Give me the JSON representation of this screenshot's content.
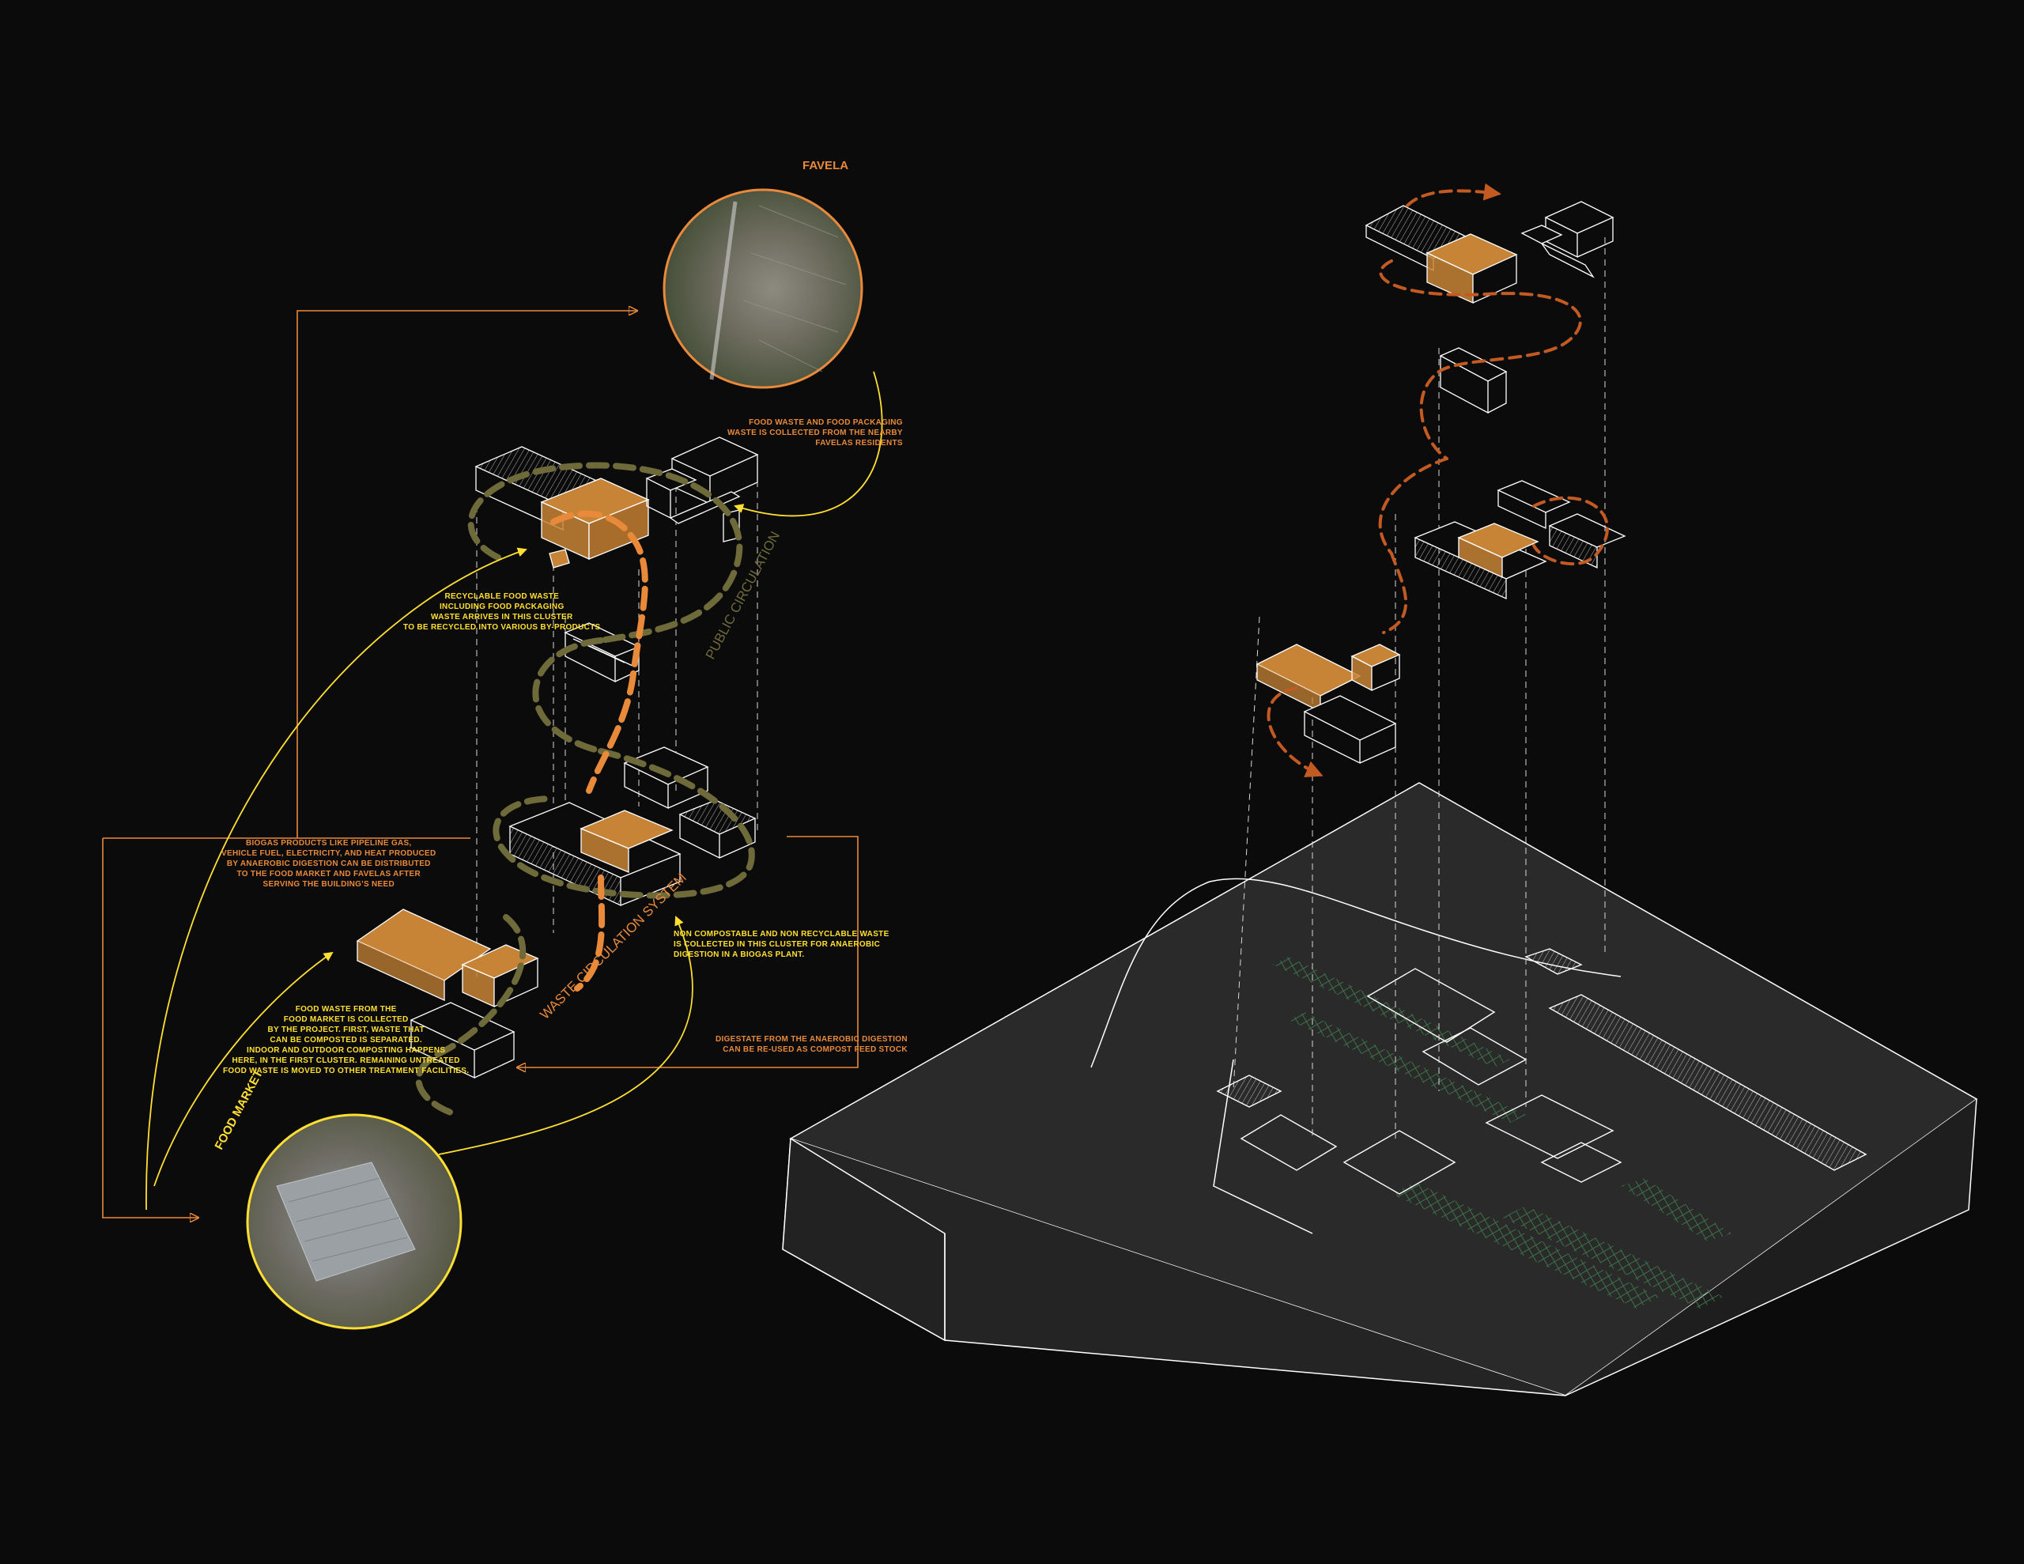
{
  "colors": {
    "background": "#0b0b0c",
    "orange": "#e98a3a",
    "orange_fill": "#c88436",
    "yellow": "#ffe030",
    "olive": "#6f6a3a",
    "line": "#ffffff",
    "rust": "#c25a22",
    "terrain": "#2a2a2a",
    "green_texture": "#2f5b3a"
  },
  "labels": {
    "favela": "FAVELA",
    "food_market": "FOOD MARKET",
    "public_circulation": "PUBLIC CIRCULATION",
    "waste_circulation": "WASTE CIRCULATION SYSTEM"
  },
  "notes": {
    "favela_collection": [
      "FOOD WASTE AND FOOD PACKAGING",
      "WASTE IS COLLECTED FROM THE NEARBY",
      "FAVELAS RESIDENTS"
    ],
    "recyclable": [
      "RECYCLABLE FOOD WASTE",
      "INCLUDING FOOD PACKAGING",
      "WASTE ARRIVES IN THIS CLUSTER",
      "TO BE RECYCLED INTO VARIOUS BY-PRODUCTS"
    ],
    "biogas": [
      "BIOGAS PRODUCTS LIKE PIPELINE GAS,",
      "VEHICLE FUEL, ELECTRICITY, AND HEAT PRODUCED",
      "BY ANAEROBIC DIGESTION CAN BE DISTRIBUTED",
      "TO THE FOOD MARKET AND FAVELAS AFTER",
      "SERVING THE BUILDING'S NEED"
    ],
    "non_compostable": [
      "NON COMPOSTABLE AND NON RECYCLABLE WASTE",
      "IS COLLECTED IN THIS CLUSTER FOR ANAEROBIC",
      "DIGESTION IN A BIOGAS PLANT."
    ],
    "food_market_waste": [
      "FOOD WASTE FROM THE",
      "FOOD MARKET IS COLLECTED",
      "BY THE PROJECT. FIRST, WASTE THAT",
      "CAN BE COMPOSTED IS SEPARATED.",
      "INDOOR AND OUTDOOR COMPOSTING HAPPENS",
      "HERE, IN THE FIRST CLUSTER. REMAINING UNTREATED",
      "FOOD WASTE IS MOVED TO OTHER TREATMENT FACILITIES."
    ],
    "digestate": [
      "DIGESTATE FROM THE ANAEROBIC DIGESTION",
      "CAN BE RE-USED AS COMPOST FEED STOCK"
    ]
  }
}
